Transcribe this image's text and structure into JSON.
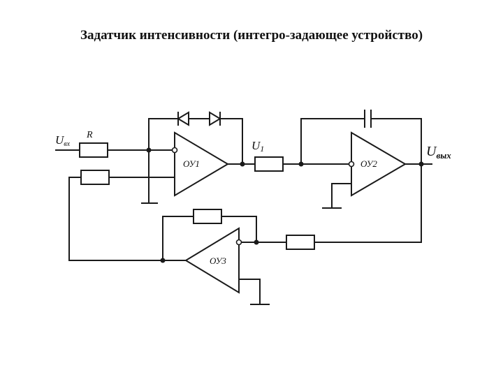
{
  "title": "Задатчик интенсивности (интегро-задающее устройство)",
  "labels": {
    "u_in_main": "U",
    "u_in_sub": "вх",
    "r": "R",
    "u1_main": "U",
    "u1_sub": "1",
    "u_out_main": "U",
    "u_out_sub": "вых"
  },
  "opamps": {
    "ou1": "ОУ1",
    "ou2": "ОУ2",
    "ou3": "ОУ3"
  }
}
